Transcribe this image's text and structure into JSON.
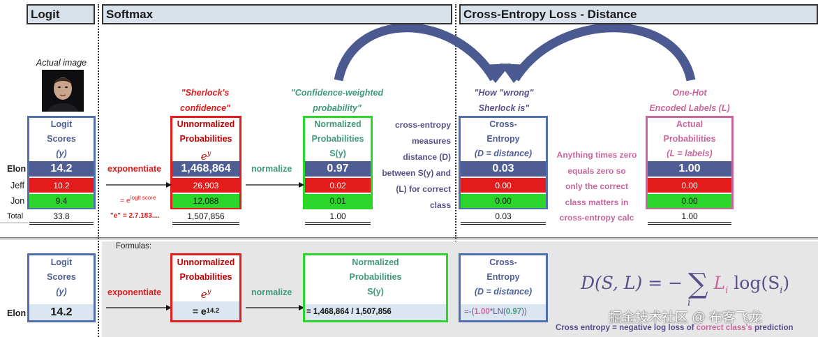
{
  "colors": {
    "blue_hdr": "#4f5d95",
    "red": "#e31b1b",
    "green": "#2bd62b",
    "pink": "#c9669c",
    "teal": "#3e9a78",
    "purple": "#5c4e8a",
    "grey": "#e6e6e6",
    "arrow": "#4c5a92"
  },
  "headers": {
    "logit": "Logit",
    "softmax": "Softmax",
    "ce": "Cross-Entropy Loss - Distance"
  },
  "image": {
    "caption": "Actual image"
  },
  "rows": {
    "elon": "Elon",
    "jeff": "Jeff",
    "jon": "Jon",
    "total": "Total"
  },
  "logit": {
    "head": [
      "Logit",
      "Scores",
      "(y)"
    ],
    "values": [
      "14.2",
      "10.2",
      "9.4"
    ],
    "total": "33.8"
  },
  "unnorm": {
    "caption": [
      "\"Sherlock's",
      "confidence\""
    ],
    "head": [
      "Unnormalized",
      "Probabilities"
    ],
    "head_math": "e",
    "head_sup": "y",
    "values": [
      "1,468,864",
      "26,903",
      "12,088"
    ],
    "total": "1,507,856"
  },
  "norm": {
    "caption": [
      "\"Confidence-weighted",
      "probability\""
    ],
    "head": [
      "Normalized",
      "Probabilities",
      "S(y)"
    ],
    "values": [
      "0.97",
      "0.02",
      "0.01"
    ],
    "total": "1.00"
  },
  "ce_explain": [
    "cross-entropy",
    "measures",
    "distance (D)",
    "between S(y) and",
    "(L) for correct",
    "class"
  ],
  "ce": {
    "caption": [
      "\"How \"wrong\"",
      "Sherlock is\""
    ],
    "head": [
      "Cross-",
      "Entropy",
      "(D = distance)"
    ],
    "values": [
      "0.03",
      "0.00",
      "0.00"
    ],
    "total": "0.03"
  },
  "zero_note": [
    "Anything times zero",
    "equals zero so",
    "only the correct",
    "class matters in",
    "cross-entropy calc"
  ],
  "onehot": {
    "caption": [
      "One-Hot",
      "Encoded Labels (L)"
    ],
    "head": [
      "Actual",
      "Probabilities",
      "(L = labels)"
    ],
    "values": [
      "1.00",
      "0.00",
      "0.00"
    ],
    "total": "1.00"
  },
  "ops": {
    "exponentiate": "exponentiate",
    "normalize": "normalize",
    "e_logit_pre": "= e",
    "e_logit_sup": "logit score",
    "e_const": "\"e\" = 2.7.183...."
  },
  "formulas": {
    "label": "Formulas:",
    "logit_value": "14.2",
    "exp_pre": "= e",
    "exp_sup": "14.2",
    "norm_expr": "= 1,468,864 / 1,507,856",
    "ce_pre": "=-(",
    "ce_a": "1.00",
    "ce_mid": "*LN(",
    "ce_b": "0.97",
    "ce_post": "))",
    "equation": {
      "lhs": "D(S, L)",
      "eq": "= −",
      "sum": "∑",
      "sub": "i",
      "term": "L",
      "term_sub": "i",
      "log": "log(S",
      "log_sub": "i",
      "close": ")"
    },
    "footer_1": "Cross entropy = ",
    "footer_2": "negative log loss",
    "footer_3": " of ",
    "footer_4": "correct class's",
    "footer_5": " prediction"
  },
  "watermark": "掘金技术社区 @ 布客飞龙"
}
